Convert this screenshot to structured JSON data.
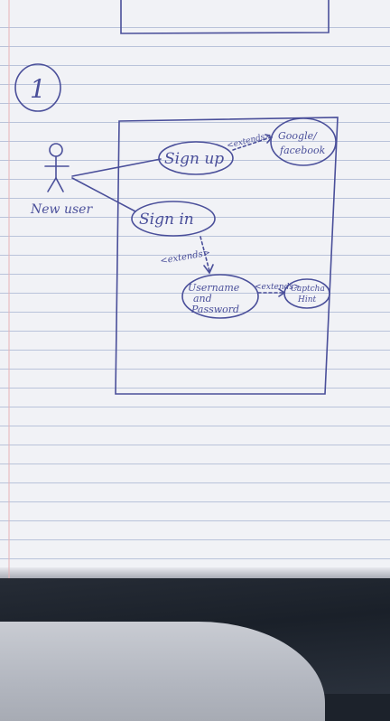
{
  "diagram": {
    "section_number": "1",
    "actor": {
      "label": "New user"
    },
    "use_cases": [
      {
        "id": "sign-up",
        "label": "Sign up"
      },
      {
        "id": "google-facebook",
        "lines": [
          "Google/",
          "facebook"
        ]
      },
      {
        "id": "sign-in",
        "label": "Sign in"
      },
      {
        "id": "username-password",
        "lines": [
          "Username",
          "and",
          "Password"
        ]
      },
      {
        "id": "captcha",
        "lines": [
          "Captcha",
          "Hint"
        ]
      }
    ],
    "relationships": [
      {
        "label": "<extends>"
      },
      {
        "label": "<extends>"
      },
      {
        "label": "<extends>"
      }
    ],
    "ink_color": "#4a4f9a"
  }
}
